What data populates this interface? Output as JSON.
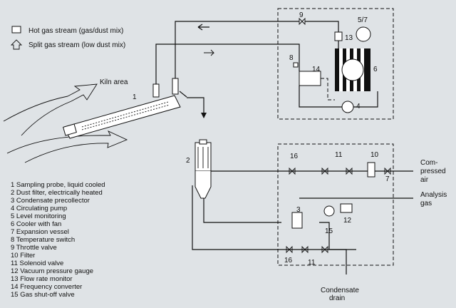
{
  "legend": {
    "hot_gas": "Hot gas stream (gas/dust mix)",
    "split_gas": "Split gas stream (low dust mix)"
  },
  "labels": {
    "kiln_area": "Kiln area",
    "compressed_air": [
      "Com-",
      "pressed",
      "air"
    ],
    "analysis_gas": [
      "Analysis",
      "gas"
    ],
    "condensate_drain": [
      "Condensate",
      "drain"
    ]
  },
  "callouts": [
    "1",
    "2",
    "3",
    "4",
    "5/7",
    "6",
    "7",
    "8",
    "9",
    "10",
    "11",
    "11",
    "12",
    "13",
    "14",
    "15",
    "16",
    "16"
  ],
  "components": [
    "1  Sampling probe, liquid cooled",
    "2  Dust filter, electrically heated",
    "3  Condensate precollector",
    "4  Circulating pump",
    "5  Level monitoring",
    "6  Cooler with fan",
    "7  Expansion vessel",
    "8  Temperature switch",
    "9  Throttle valve",
    "10  Filter",
    "11  Solenoid valve",
    "12  Vacuum pressure gauge",
    "13  Flow rate monitor",
    "14  Frequency converter",
    "15  Gas shut-off valve"
  ],
  "colors": {
    "background": "#dfe3e6",
    "line": "#111111",
    "box_fill": "#ffffff"
  }
}
